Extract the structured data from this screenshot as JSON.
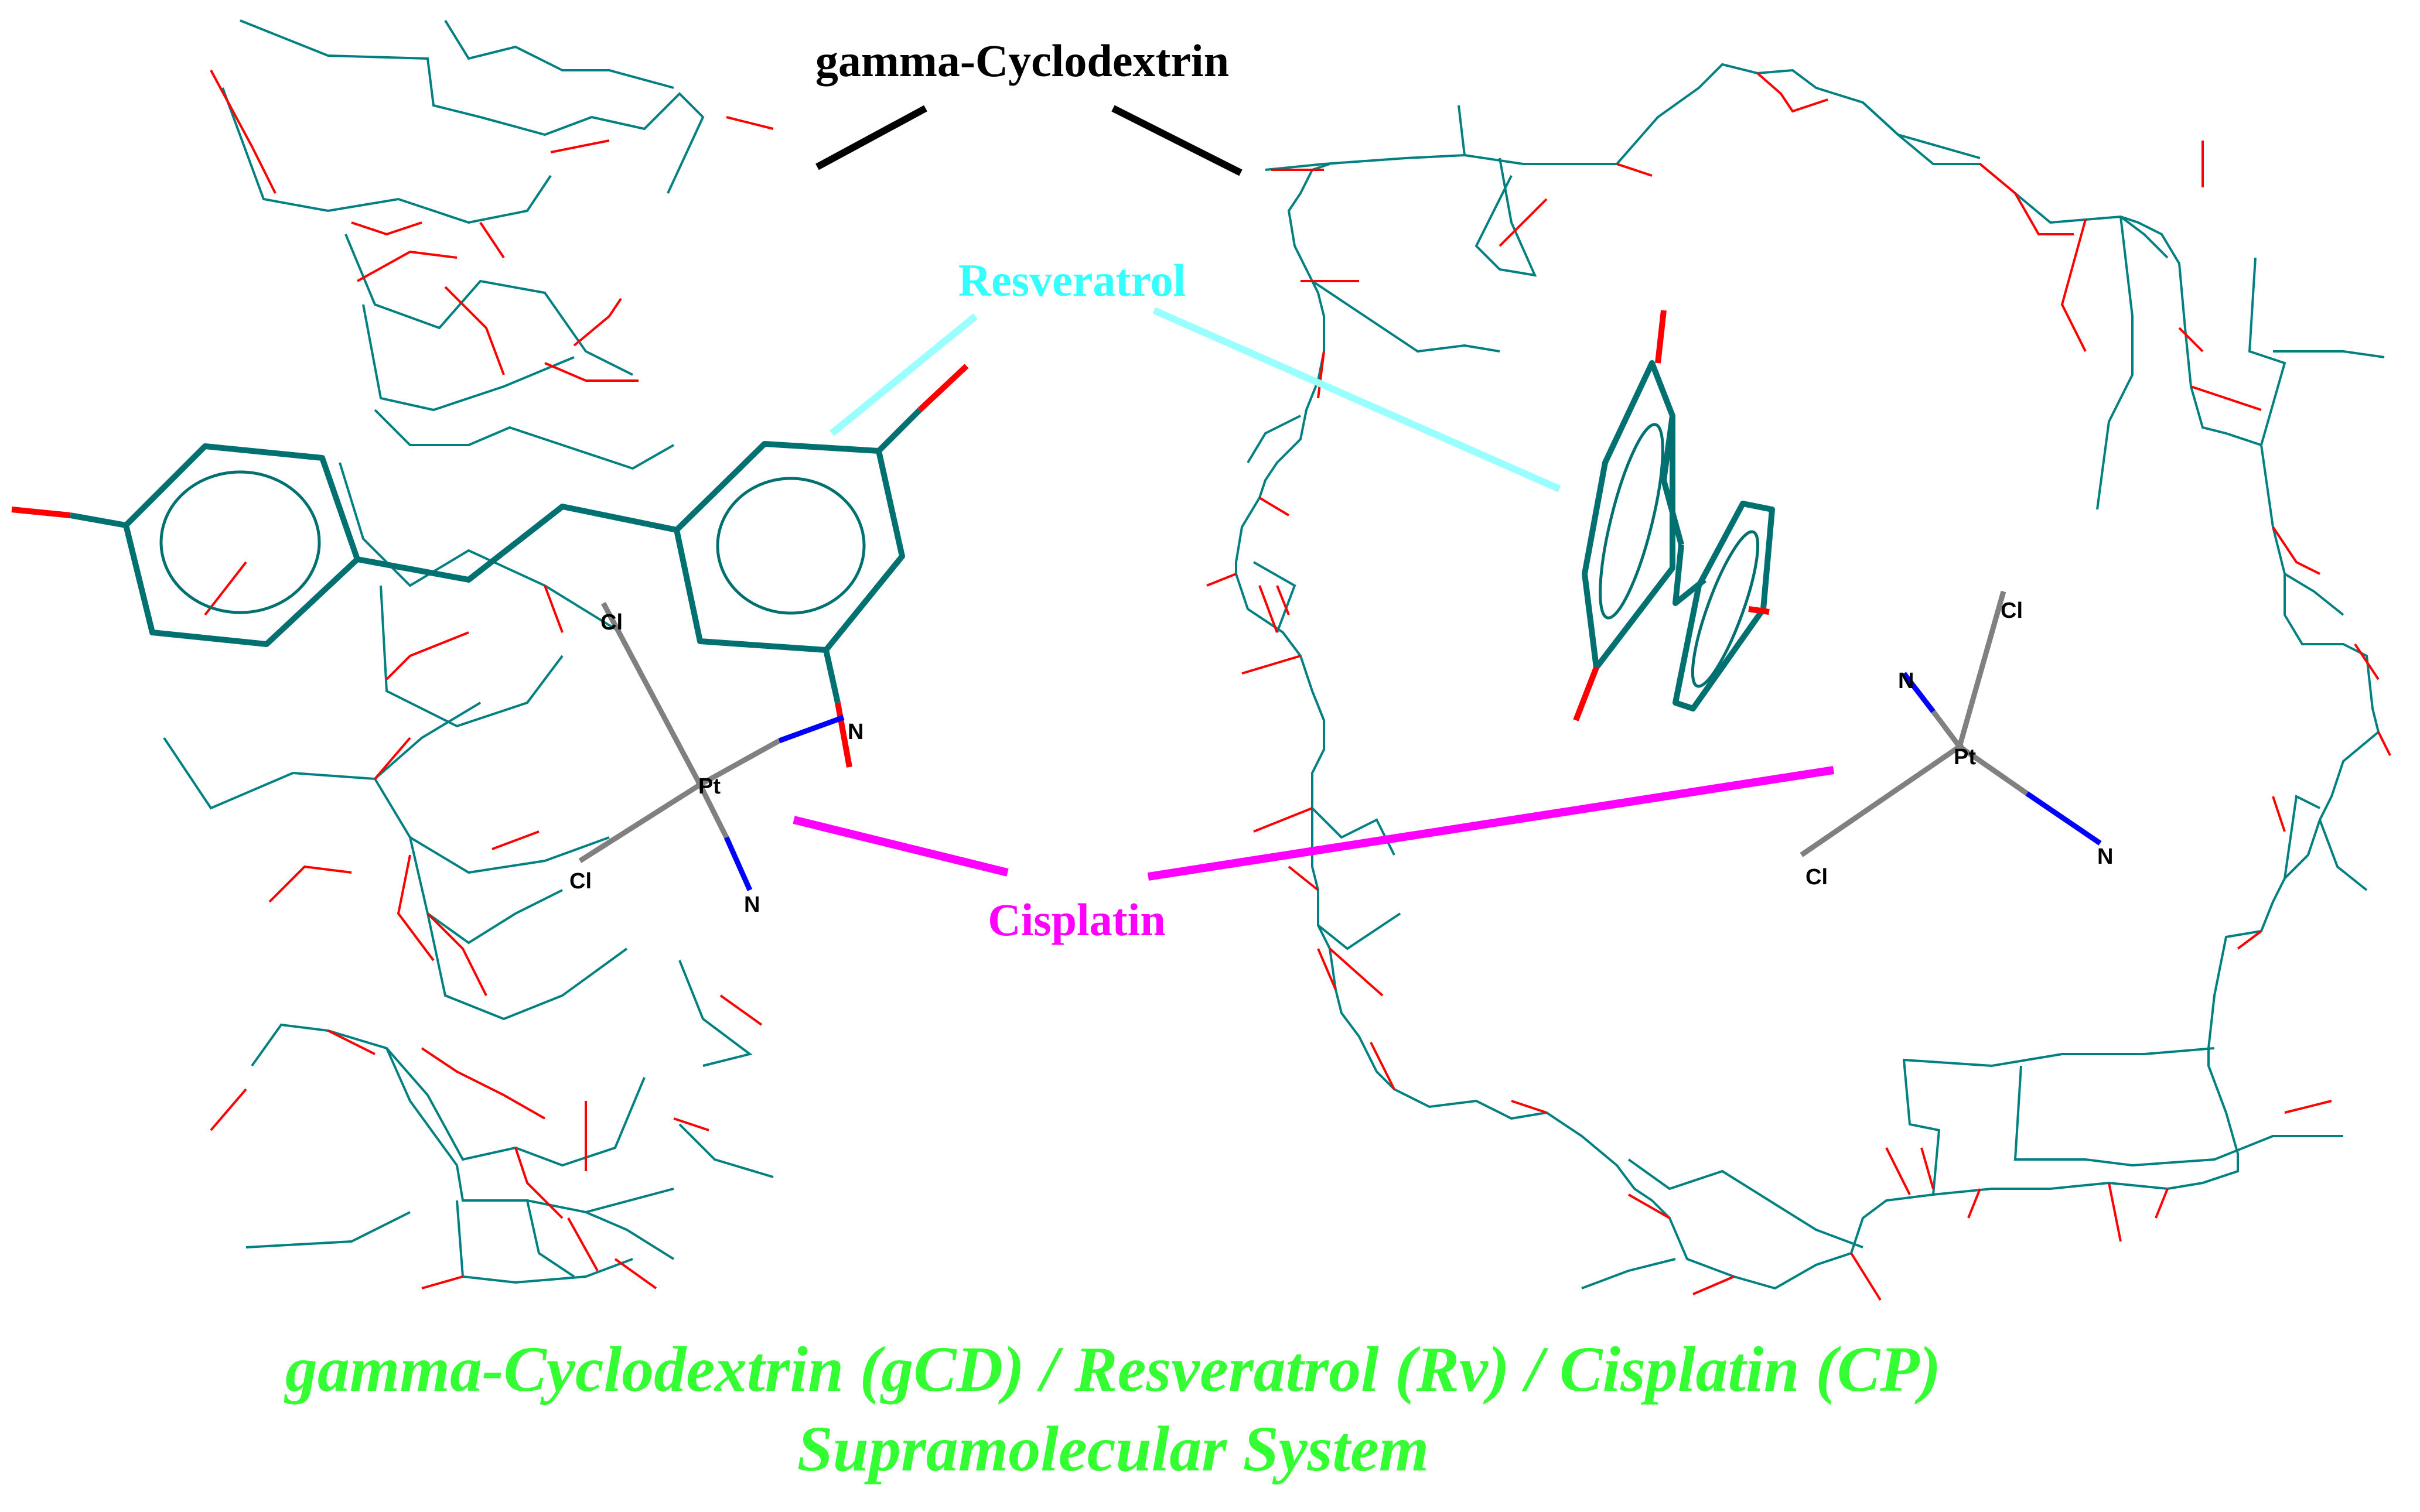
{
  "labels": {
    "cyclodextrin": "gamma-Cyclodextrin",
    "resveratrol": "Resveratrol",
    "cisplatin": "Cisplatin"
  },
  "atoms": {
    "left": {
      "pt": "Pt",
      "cl_top": "Cl",
      "cl_bottom": "Cl",
      "n_right": "N",
      "n_bottom": "N"
    },
    "right": {
      "pt": "Pt",
      "cl_top": "Cl",
      "cl_bottom": "Cl",
      "n_left": "N",
      "n_right": "N"
    }
  },
  "caption": {
    "line1": "gamma-Cyclodextrin (gCD) / Resveratrol (Rv) / Cisplatin (CP)",
    "line2": "Supramolecular System"
  },
  "colors": {
    "carbon": "#008080",
    "oxygen": "#ff0000",
    "resveratrol": "#007070",
    "cisplatin_bond": "#808080",
    "nitrogen": "#0000ff",
    "cyclodextrin_label": "#000000",
    "resveratrol_label": "#33ffff",
    "cisplatin_label": "#ff00ff",
    "caption": "#33ff33"
  }
}
